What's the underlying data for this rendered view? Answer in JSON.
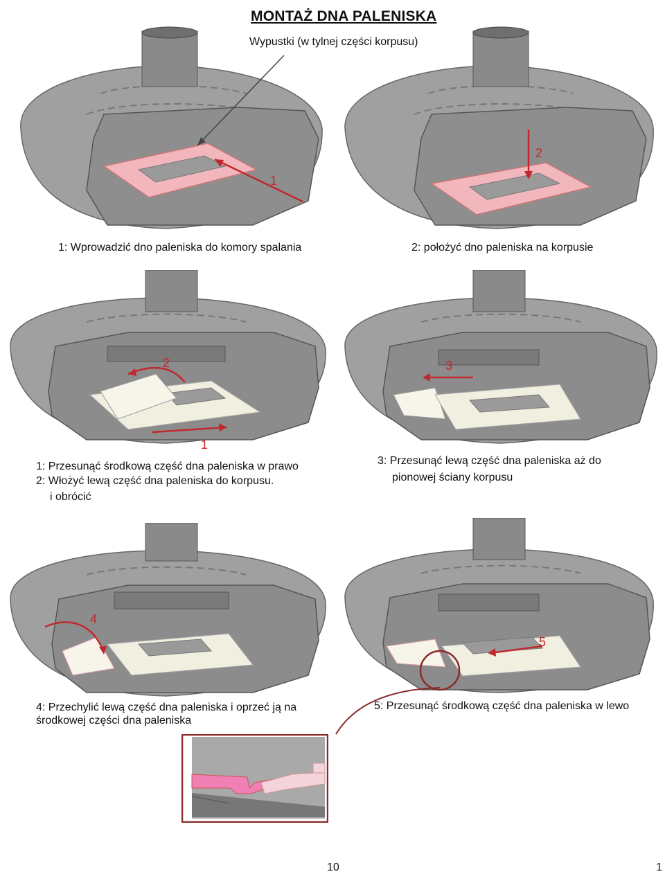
{
  "title": "MONTAŻ DNA PALENISKA",
  "subtitle": "Wypustki (w tylnej części korpusu)",
  "steps": {
    "s1": {
      "caption": "1: Wprowadzić dno paleniska do komory spalania",
      "arrow_label": "1"
    },
    "s2": {
      "caption": "2: położyć dno paleniska na korpusie",
      "arrow_label": "2"
    },
    "s3": {
      "caption_line1": "1: Przesunąć środkową część dna paleniska w prawo",
      "caption_line2": "2: Włożyć lewą część dna paleniska do korpusu.",
      "caption_line3": "i obrócić",
      "arrow_label_a": "2",
      "arrow_label_b": "1"
    },
    "s4": {
      "caption_line1": "3: Przesunąć lewą część dna paleniska aż do",
      "caption_line2": "pionowej ściany korpusu",
      "arrow_label": "3"
    },
    "s5": {
      "caption_line1": "4: Przechylić lewą część dna paleniska i oprzeć ją na",
      "caption_line2": "środkowej części dna paleniska",
      "arrow_label": "4"
    },
    "s6": {
      "caption": "5: Przesunąć środkową część dna paleniska w lewo",
      "arrow_label": "5"
    }
  },
  "footer": {
    "page_number": "10",
    "right_number": "1"
  },
  "colors": {
    "body_gray": "#9a9a9a",
    "dark_gray": "#7c7c7c",
    "arrow_red": "#c0282d",
    "pink_part": "#f2b6bd",
    "cream_part": "#f1efe0",
    "detail_border": "#8a2a2a"
  }
}
